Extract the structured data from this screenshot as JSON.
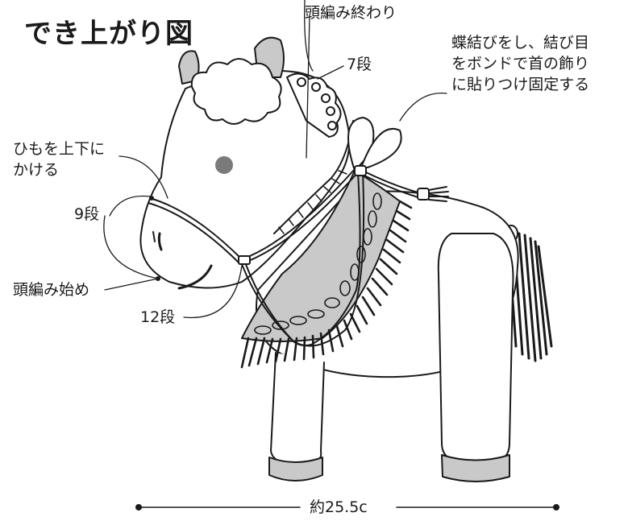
{
  "title": "でき上がり図",
  "labels": {
    "head_end": "頭編み終わり",
    "row7": "7段",
    "bow": "蝶結びをし、結び目\nをボンドで首の飾り\nに貼りつけ固定する",
    "string": "ひもを上下に\nかける",
    "row9": "9段",
    "head_start": "頭編み始め",
    "row12": "12段",
    "size": "約25.5c"
  },
  "colors": {
    "outline": "#1a1a1a",
    "gray_fill": "#c9c9c9",
    "eye": "#7a7a7a"
  }
}
